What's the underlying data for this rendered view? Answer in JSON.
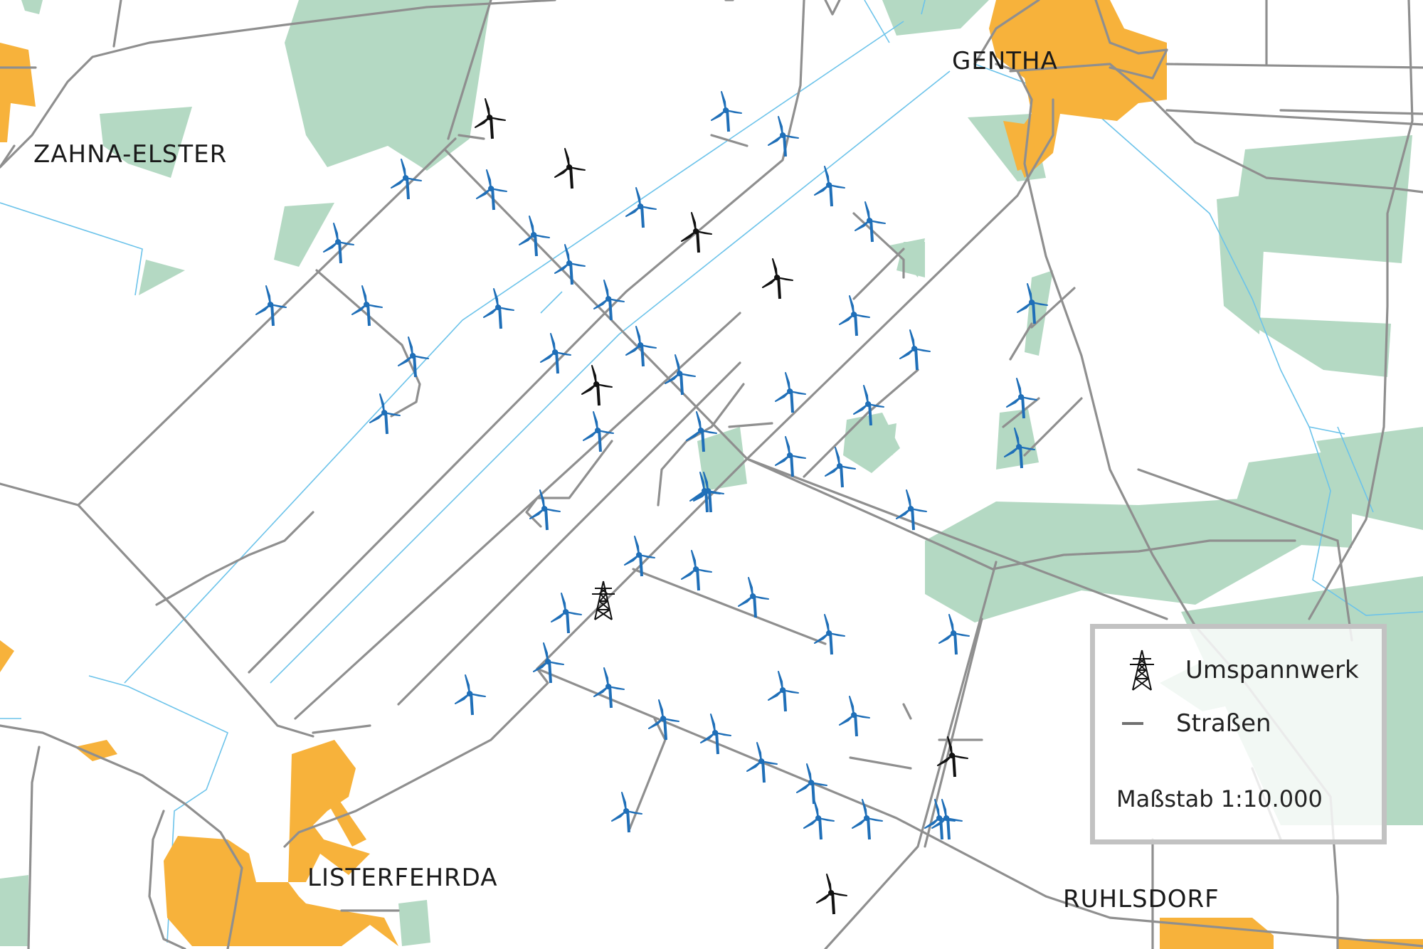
{
  "map": {
    "places": [
      {
        "name": "ZAHNA-ELSTER",
        "key": "zahna-elster"
      },
      {
        "name": "GENTHA",
        "key": "gentha"
      },
      {
        "name": "LISTERFEHRDA",
        "key": "listerfehrda"
      },
      {
        "name": "RUHLSDORF",
        "key": "ruhlsdorf"
      }
    ],
    "colors": {
      "settlement": "#f7b23b",
      "forest": "#b4d9c3",
      "road": "#8f8f8f",
      "water": "#6cc3ea",
      "turbine_planned": "#1f6fb8",
      "turbine_existing": "#111111",
      "legend_border": "#c2c2c2"
    },
    "icons": {
      "turbine_blue": "wind-turbine-planned-icon",
      "turbine_black": "wind-turbine-existing-icon",
      "substation": "transmission-tower-icon"
    }
  },
  "legend": {
    "substation_label": "Umspannwerk",
    "roads_label": "Straßen",
    "scale_label": "Maßstab 1:10.000"
  }
}
